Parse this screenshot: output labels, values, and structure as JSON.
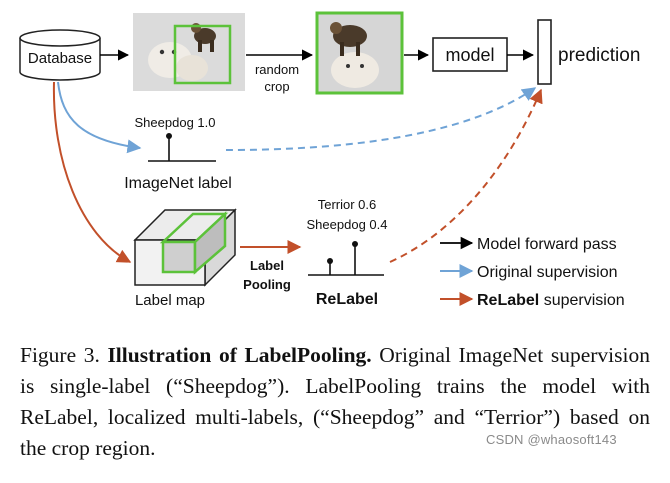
{
  "diagram": {
    "database_label": "Database",
    "random_crop_label_line1": "random",
    "random_crop_label_line2": "crop",
    "model_label": "model",
    "prediction_label": "prediction",
    "imagenet_score": "Sheepdog 1.0",
    "imagenet_label": "ImageNet label",
    "relabel_score_1": "Terrior 0.6",
    "relabel_score_2": "Sheepdog 0.4",
    "label_map_label": "Label map",
    "label_pooling_line1": "Label",
    "label_pooling_line2": "Pooling",
    "relabel_label": "ReLabel"
  },
  "legend": [
    {
      "text_bold": "",
      "text": "Model forward pass",
      "color": "#000000",
      "style": "solid"
    },
    {
      "text_bold": "",
      "text": "Original supervision",
      "color": "#6fa3d6",
      "style": "solid"
    },
    {
      "text_bold": "ReLabel",
      "text": " supervision",
      "color": "#c2502a",
      "style": "solid"
    }
  ],
  "caption": {
    "figure_num": "Figure 3. ",
    "bold_title": "Illustration of LabelPooling.",
    "text": " Original ImageNet supervision is single-label (“Sheepdog”). LabelPooling trains the model with ReLabel, localized multi-labels, (“Sheepdog” and “Terrior”) based on the crop region."
  },
  "watermark": "CSDN @whaosoft143",
  "colors": {
    "forward": "#000000",
    "original": "#6fa3d6",
    "relabel": "#c2502a",
    "crop_box": "#5cc23a",
    "cube_face": "#d9d9d9"
  }
}
